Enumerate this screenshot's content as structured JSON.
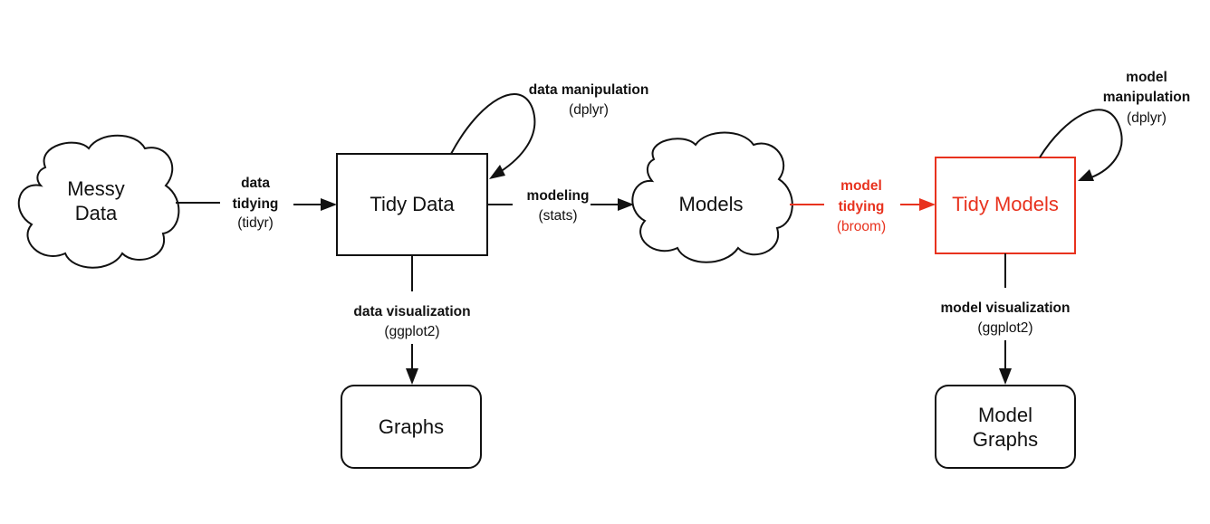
{
  "colors": {
    "ink": "#111111",
    "accent": "#e8321e"
  },
  "nodes": {
    "messy": {
      "line1": "Messy",
      "line2": "Data"
    },
    "tidy": {
      "label": "Tidy Data"
    },
    "models": {
      "label": "Models"
    },
    "tidy_models": {
      "label": "Tidy Models"
    },
    "graphs": {
      "label": "Graphs"
    },
    "model_graphs": {
      "line1": "Model",
      "line2": "Graphs"
    }
  },
  "edges": {
    "data_tidying": {
      "line1": "data",
      "line2": "tidying",
      "tool": "(tidyr)"
    },
    "data_manipulation": {
      "line1": "data manipulation",
      "tool": "(dplyr)"
    },
    "modeling": {
      "line1": "modeling",
      "tool": "(stats)"
    },
    "data_visualization": {
      "line1": "data visualization",
      "tool": "(ggplot2)"
    },
    "model_tidying": {
      "line1": "model",
      "line2": "tidying",
      "tool": "(broom)"
    },
    "model_manipulation": {
      "line1": "model",
      "line2": "manipulation",
      "tool": "(dplyr)"
    },
    "model_visualization": {
      "line1": "model visualization",
      "tool": "(ggplot2)"
    }
  }
}
